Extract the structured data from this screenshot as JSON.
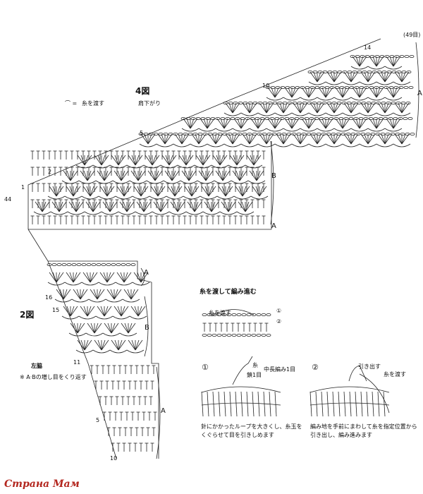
{
  "chart4": {
    "title": "4図",
    "subtitle": "肩下がり",
    "legend_symbol": "⌒ =",
    "legend_text": "糸を渡す",
    "stitch_count": "(49目)",
    "section_A": "A",
    "section_B": "B",
    "rows": [
      "1",
      "2",
      "5",
      "10",
      "14",
      "44"
    ]
  },
  "chart2": {
    "title": "2図",
    "side_label": "左脇",
    "note": "※ A·Bの増し目をくり返す",
    "section_A": "A",
    "section_B": "B",
    "rows": [
      "5",
      "10",
      "11",
      "15",
      "16"
    ]
  },
  "technique": {
    "title": "糸を渡して編み進む",
    "small_label_1": "糸を渡す",
    "circle_1": "①",
    "circle_2": "②",
    "step1_label_a": "糸",
    "step1_label_b": "鎖1目",
    "step1_label_c": "中長編み1目",
    "step2_label_a": "引き出す",
    "step2_label_b": "糸を渡す",
    "step1_text_line1": "針にかかったループを大きくし、糸玉を",
    "step1_text_line2": "くぐらせて目を引きしめます",
    "step2_text_line1": "編み地を手前にまわして糸を指定位置から",
    "step2_text_line2": "引き出し、編み進みます"
  },
  "watermark": "Страна Мам"
}
